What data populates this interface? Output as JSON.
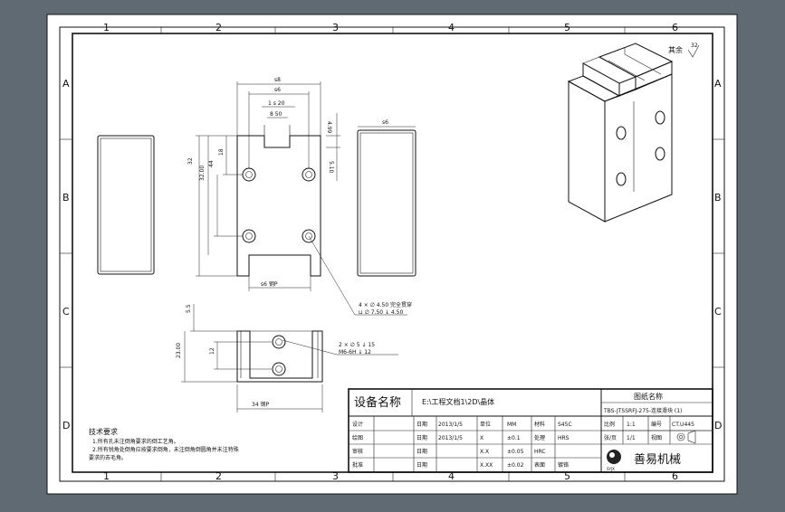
{
  "zones": {
    "cols": [
      "1",
      "2",
      "3",
      "4",
      "5",
      "6"
    ],
    "rows": [
      "A",
      "B",
      "C",
      "D"
    ]
  },
  "roughness": {
    "label": "其余",
    "value": "32"
  },
  "dims": {
    "top_w1": "s8",
    "top_w2": "s6",
    "top_w3": "1 s 20",
    "top_w4": "8 50",
    "right_h1": "4.99",
    "right_h2": "5.10",
    "left_h1": "32",
    "left_h2": "32.00",
    "left_h3": "44",
    "left_h4": "18",
    "bottom_w": "s6 钢P",
    "side_w": "s6",
    "front_h1": "5.5",
    "front_h2": "23.00",
    "front_h3": "12",
    "front_w": "34 钢P"
  },
  "callouts": {
    "holes_top": "4 × ∅ 4.50 完全贯穿",
    "holes_top2": "⊔ ∅ 7.50 ↓ 4.50",
    "holes_front": "2 × ∅ 5 ↓ 15",
    "holes_front2": "M6-6H ↓ 12"
  },
  "tech": {
    "title": "技术要求",
    "items": [
      "1.所有孔未注倒角要求的倒工艺角。",
      "2.所有锐角处倒角应按要求倒角，未注倒角倒圆角并未注特殊",
      "要求的去毛角。"
    ]
  },
  "title_block": {
    "equip_label": "设备名称",
    "path": "E:\\工程文档1\\2D\\晶体",
    "drawing_label": "图纸名称",
    "drawing_name": "TBS-JTSSRFJ-275-连接滑块 (1)",
    "rows": [
      {
        "role": "设计",
        "date_label": "日期",
        "date": "2013/1/5",
        "k1": "单位",
        "v1": "MM",
        "k2": "材料",
        "v2": "S45C"
      },
      {
        "role": "绘图",
        "date_label": "日期",
        "date": "2013/1/5",
        "k1": "X",
        "v1": "±0.1",
        "k2": "处理",
        "v2": "HRS"
      },
      {
        "role": "审核",
        "date_label": "日期",
        "date": "",
        "k1": "X.X",
        "v1": "±0.05",
        "k2": "HRC",
        "v2": ""
      },
      {
        "role": "批准",
        "date_label": "日期",
        "date": "",
        "k1": "X.XX",
        "v1": "±0.02",
        "k2": "表面",
        "v2": "镀铬"
      }
    ],
    "scale_label": "比例",
    "scale": "1:1",
    "code_label": "编号",
    "code": "CT.U445",
    "page_label": "张/页",
    "page": "1/1",
    "view_label": "视图",
    "company": "善易机械",
    "logo_text": "SYJX"
  }
}
